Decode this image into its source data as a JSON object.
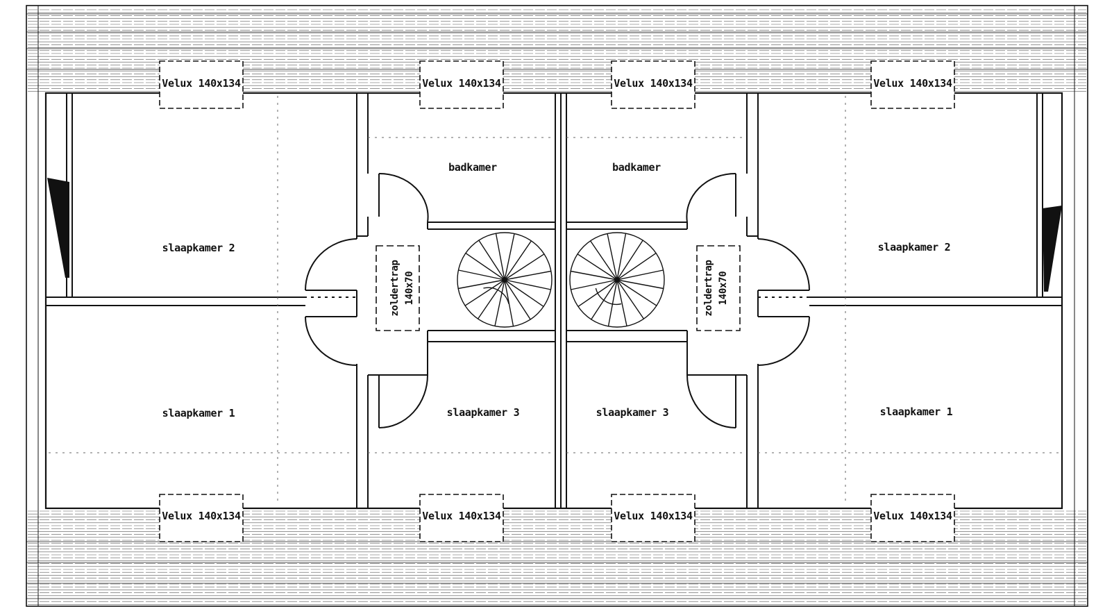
{
  "colors": {
    "ink": "#111111",
    "paper": "#ffffff",
    "hatch": "#555555"
  },
  "labels": {
    "velux": [
      "Velux 140x134",
      "Velux 140x134",
      "Velux 140x134",
      "Velux 140x134",
      "Velux 140x134",
      "Velux 140x134",
      "Velux 140x134",
      "Velux 140x134"
    ],
    "left": {
      "slaapkamer_2": "slaapkamer 2",
      "slaapkamer_1": "slaapkamer 1",
      "badkamer": "badkamer",
      "slaapkamer_3": "slaapkamer 3",
      "zoldertrap_line1": "zoldertrap",
      "zoldertrap_line2": "140x70"
    },
    "right": {
      "slaapkamer_2": "slaapkamer 2",
      "slaapkamer_1": "slaapkamer 1",
      "badkamer": "badkamer",
      "slaapkamer_3": "slaapkamer 3",
      "zoldertrap_line1": "zoldertrap",
      "zoldertrap_line2": "140x70"
    }
  },
  "icons": {
    "spiral_stair": "spiral-staircase-icon",
    "door_swing": "door-swing-icon",
    "chimney_marker": "wedge-marker-icon"
  }
}
